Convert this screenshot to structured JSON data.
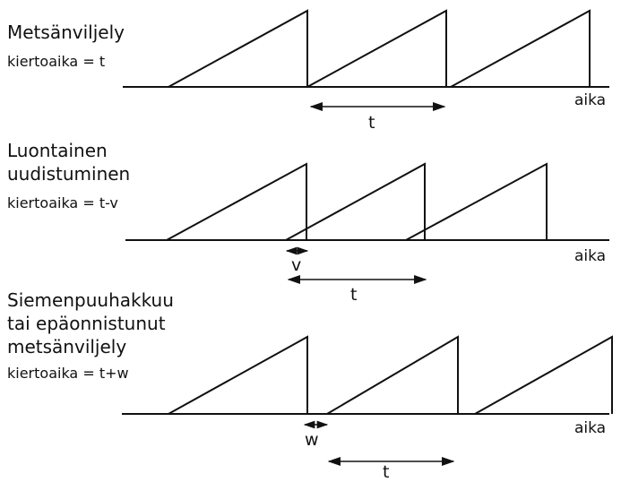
{
  "panels": [
    {
      "id": "metsanviljely",
      "title_lines": [
        "Metsänviljely"
      ],
      "rotation_label": "kiertoaika = t",
      "axis_label": "aika",
      "arrow_label": "t"
    },
    {
      "id": "luontainen",
      "title_lines": [
        "Luontainen",
        "uudistuminen"
      ],
      "rotation_label": "kiertoaika = t-v",
      "axis_label": "aika",
      "gap_label": "v",
      "arrow_label": "t"
    },
    {
      "id": "siemenpuu",
      "title_lines": [
        "Siemenpuuhakkuu",
        "tai epäonnistunut",
        "metsänviljely"
      ],
      "rotation_label": "kiertoaika = t+w",
      "axis_label": "aika",
      "gap_label": "w",
      "arrow_label": "t"
    }
  ],
  "colors": {
    "line": "#111111",
    "background": "#ffffff"
  }
}
